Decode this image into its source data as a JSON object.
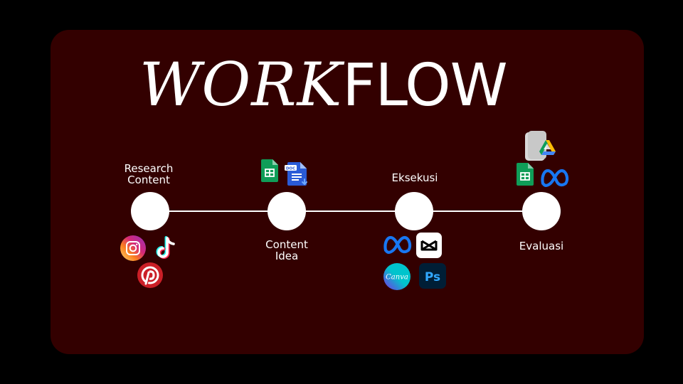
{
  "title": {
    "work": "WORK",
    "flow": "FLOW"
  },
  "steps": [
    {
      "line1": "Research",
      "line2": "Content",
      "icons": [
        "instagram-icon",
        "tiktok-icon",
        "pinterest-icon"
      ]
    },
    {
      "line1": "Content",
      "line2": "Idea",
      "icons": [
        "google-sheets-icon",
        "google-docs-icon"
      ]
    },
    {
      "line1": "Eksekusi",
      "line2": "",
      "icons": [
        "meta-icon",
        "capcut-icon",
        "canva-icon",
        "photoshop-icon"
      ]
    },
    {
      "line1": "Evaluasi",
      "line2": "",
      "icons": [
        "google-drive-icon",
        "google-sheets-icon",
        "meta-icon"
      ]
    }
  ],
  "icon_text": {
    "canva": "Canva",
    "photoshop": "Ps",
    "doc": "DOC"
  },
  "colors": {
    "background": "#000000",
    "card": "#330000",
    "line": "#ffffff",
    "node": "#ffffff"
  }
}
